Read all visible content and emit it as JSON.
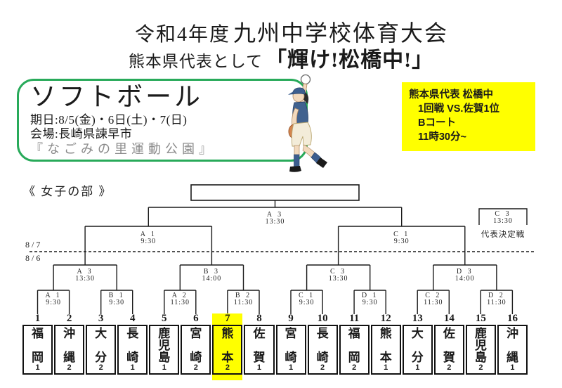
{
  "header": {
    "title_era": "令和4年度",
    "title_main": "九州中学校体育大会",
    "subtitle_prefix": "熊本県代表として",
    "subtitle_slogan": "「輝け!松橋中!」"
  },
  "event_box": {
    "sport": "ソフトボール",
    "dates": "期日:8/5(金)・6日(土)・7(日)",
    "venue": "会場:長崎県諫早市",
    "venue_park": "『なごみの里運動公園』",
    "border_color": "#28aa5a"
  },
  "notice_box": {
    "line1": "熊本県代表 松橋中",
    "line2": "1回戦 VS.佐賀1位",
    "line3": "Bコート",
    "line4": "11時30分~",
    "background_color": "#ffff00"
  },
  "bracket": {
    "section_label": "《 女子の部 》",
    "date_upper": "8/7",
    "date_lower": "8/6",
    "rep_match_caption": "代表決定戦",
    "final": {
      "code": "A 3",
      "time": "13:30"
    },
    "semi_left": {
      "code": "A 1",
      "time": "9:30"
    },
    "semi_right": {
      "code": "C 1",
      "time": "9:30"
    },
    "rep_match": {
      "code": "C 3",
      "time": "13:30"
    },
    "qf": [
      {
        "code": "A 3",
        "time": "13:30"
      },
      {
        "code": "B 3",
        "time": "14:00"
      },
      {
        "code": "C 3",
        "time": "13:30"
      },
      {
        "code": "D 3",
        "time": "14:00"
      }
    ],
    "r1": [
      {
        "code": "A 1",
        "time": "9:30"
      },
      {
        "code": "B 1",
        "time": "9:30"
      },
      {
        "code": "A 2",
        "time": "11:30"
      },
      {
        "code": "B 2",
        "time": "11:30"
      },
      {
        "code": "C 1",
        "time": "9:30"
      },
      {
        "code": "D 1",
        "time": "9:30"
      },
      {
        "code": "C 2",
        "time": "11:30"
      },
      {
        "code": "D 2",
        "time": "11:30"
      }
    ],
    "teams": [
      {
        "no": "1",
        "name": "福岡",
        "seed": "1",
        "highlighted": false
      },
      {
        "no": "2",
        "name": "沖縄",
        "seed": "2",
        "highlighted": false
      },
      {
        "no": "3",
        "name": "大分",
        "seed": "2",
        "highlighted": false
      },
      {
        "no": "4",
        "name": "長崎",
        "seed": "1",
        "highlighted": false
      },
      {
        "no": "5",
        "name": "鹿児島",
        "seed": "1",
        "highlighted": false
      },
      {
        "no": "6",
        "name": "宮崎",
        "seed": "2",
        "highlighted": false
      },
      {
        "no": "7",
        "name": "熊本",
        "seed": "2",
        "highlighted": true
      },
      {
        "no": "8",
        "name": "佐賀",
        "seed": "1",
        "highlighted": false
      },
      {
        "no": "9",
        "name": "宮崎",
        "seed": "1",
        "highlighted": false
      },
      {
        "no": "10",
        "name": "長崎",
        "seed": "2",
        "highlighted": false
      },
      {
        "no": "11",
        "name": "福岡",
        "seed": "2",
        "highlighted": false
      },
      {
        "no": "12",
        "name": "熊本",
        "seed": "1",
        "highlighted": false
      },
      {
        "no": "13",
        "name": "大分",
        "seed": "1",
        "highlighted": false
      },
      {
        "no": "14",
        "name": "佐賀",
        "seed": "2",
        "highlighted": false
      },
      {
        "no": "15",
        "name": "鹿児島",
        "seed": "2",
        "highlighted": false
      },
      {
        "no": "16",
        "name": "沖縄",
        "seed": "1",
        "highlighted": false
      }
    ],
    "highlight_color": "#ffff00"
  }
}
